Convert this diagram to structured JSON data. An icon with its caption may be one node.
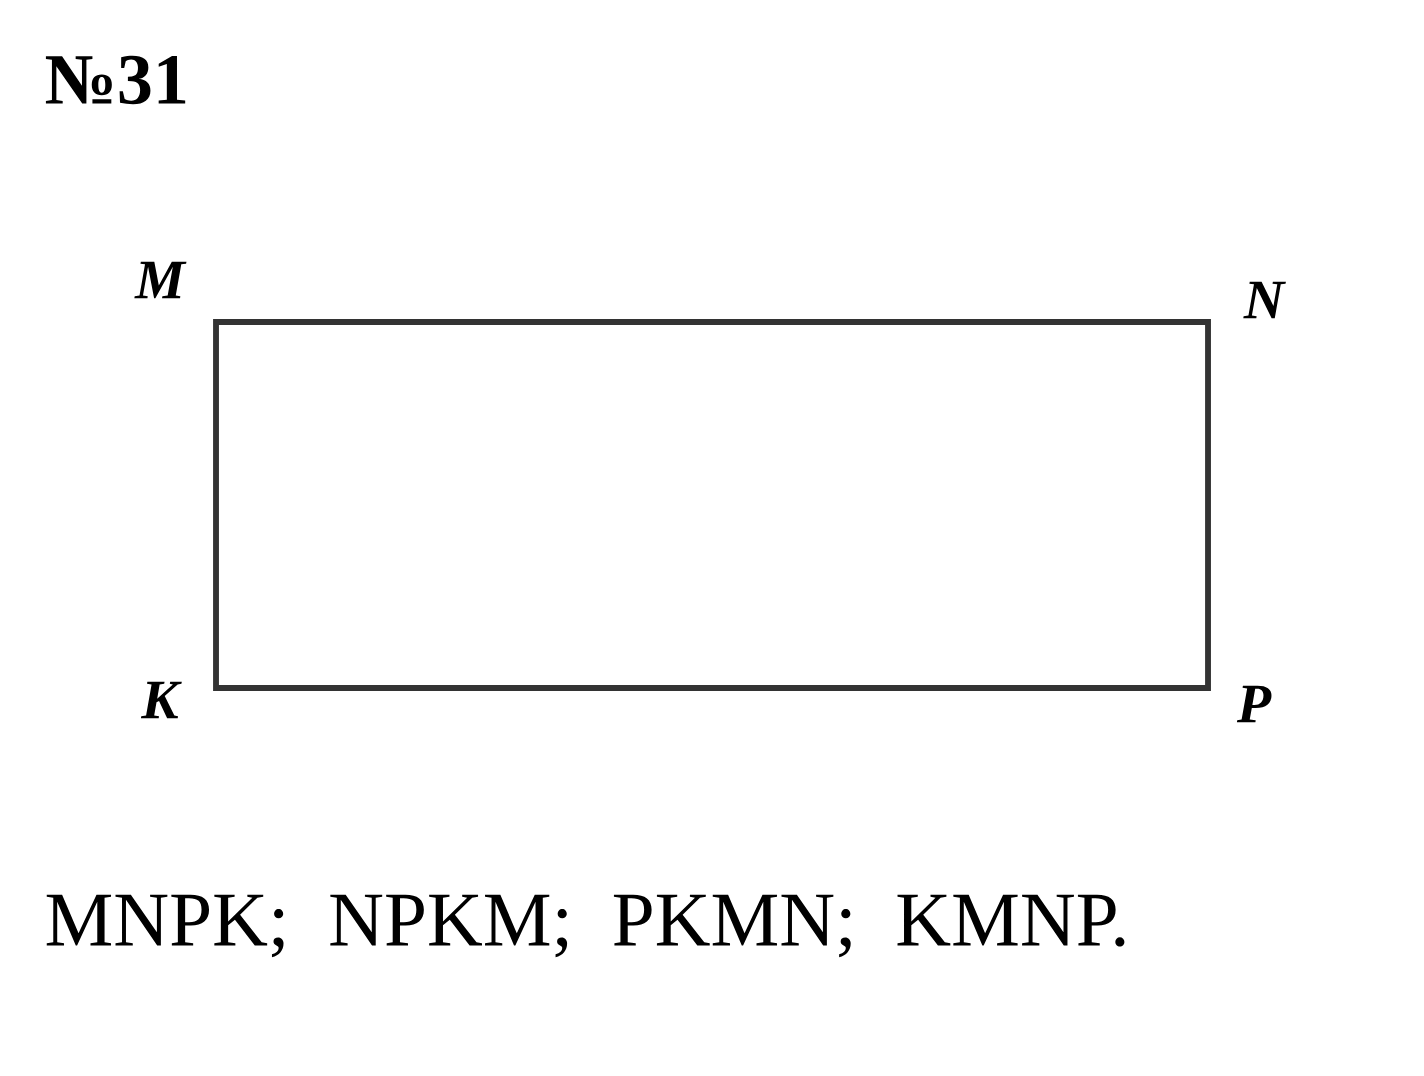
{
  "diagram": {
    "title": "№31",
    "labels": [
      "M",
      "N",
      "K",
      "P",
      "MNPK; NPKM; PKMN; KMNP."
    ]
  }
}
